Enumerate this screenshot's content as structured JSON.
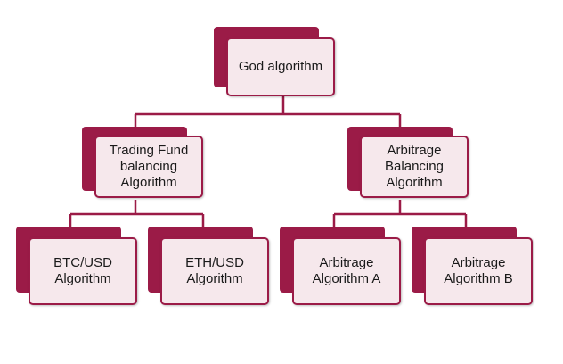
{
  "colors": {
    "accent": "#9b1b47",
    "back_box": "#9b1b47",
    "front_fill": "#f6e8ec",
    "text": "#1a1a1a"
  },
  "nodes": {
    "root": {
      "label": "God algorithm"
    },
    "trading": {
      "label": "Trading Fund\nbalancing\nAlgorithm"
    },
    "arbitrage": {
      "label": "Arbitrage\nBalancing\nAlgorithm"
    },
    "btc": {
      "label": "BTC/USD\nAlgorithm"
    },
    "eth": {
      "label": "ETH/USD\nAlgorithm"
    },
    "arb_a": {
      "label": "Arbitrage\nAlgorithm A"
    },
    "arb_b": {
      "label": "Arbitrage\nAlgorithm B"
    }
  }
}
